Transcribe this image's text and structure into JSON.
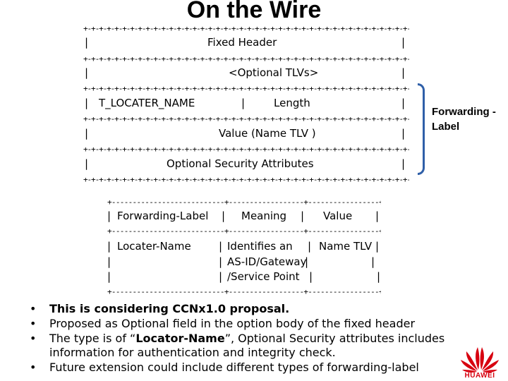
{
  "title": "On the Wire",
  "separator": "+-+-+-+-+-+-+-+-+-+-+-+-+-+-+-+-+-+-+-+-+-+-+-+-+-+-+-+-+-+-+-+-+-+-+-+-+-+-+-+-+-+-+-+-+-+-+",
  "bar": "|",
  "packet": {
    "fixed_header": "Fixed Header",
    "optional_tlvs": "<Optional TLVs>",
    "t_locater_name": "T_LOCATER_NAME",
    "length": "Length",
    "value_name_tlv": "Value  (Name TLV )",
    "optional_security": "Optional   Security Attributes"
  },
  "brace_label": "Forwarding - Label",
  "table": {
    "separator": "+---------------------------+------------------+-----------------+",
    "header": {
      "c1": "Forwarding-Label",
      "c2": "Meaning",
      "c3": "Value"
    },
    "row1": {
      "c1": "Locater-Name",
      "c2": "Identifies an",
      "c3": "Name TLV"
    },
    "row2": {
      "c2": "AS-ID/Gateway"
    },
    "row3": {
      "c2": "/Service Point"
    }
  },
  "bullets": {
    "b1": "This is considering CCNx1.0 proposal.",
    "b2": "Proposed as Optional field in the option body of the fixed header",
    "b3_pre": "The type is of “",
    "b3_bold": "Locator-Name",
    "b3_post": "”, Optional Security attributes includes information for authentication and integrity check.",
    "b4": "Future extension could include different types of forwarding-label"
  },
  "bullet_char": "•",
  "logo_text": "HUAWEI",
  "colors": {
    "brace": "#2f5fa8",
    "logo": "#d7000f"
  }
}
